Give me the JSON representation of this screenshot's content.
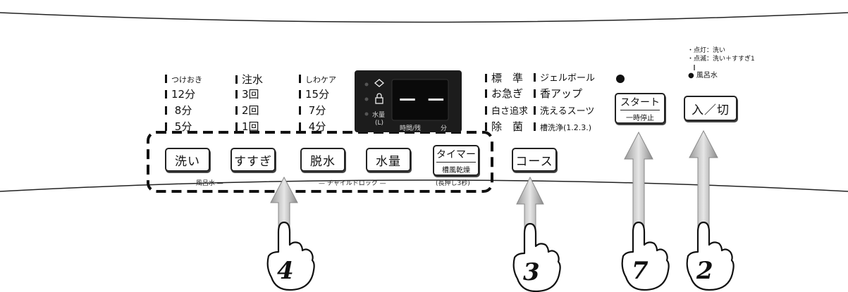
{
  "mode_column_1": [
    "つけおき",
    "12分",
    "8分",
    "5分"
  ],
  "mode_column_2": [
    "注水",
    "3回",
    "2回",
    "1回"
  ],
  "mode_column_3": [
    "しわケア",
    "15分",
    "7分",
    "4分"
  ],
  "course_column_1": [
    "標　準",
    "お急ぎ",
    "白さ追求",
    "除　菌"
  ],
  "course_column_2": [
    "ジェルボール",
    "香アップ",
    "洗えるスーツ",
    "槽洗浄(1.2.3.)"
  ],
  "display": {
    "water_label": "水量",
    "water_unit": "(L)",
    "time_label": "時間/残",
    "time_unit": "分",
    "digits": "— —"
  },
  "buttons": {
    "wash": "洗い",
    "rinse": "すすぎ",
    "spin": "脱水",
    "water": "水量",
    "timer_top": "タイマー",
    "timer_bottom": "槽風乾燥",
    "course": "コース",
    "start_top": "スタート",
    "start_bottom": "一時停止",
    "power": "入／切"
  },
  "sublabels": {
    "bath": "— 風呂水 —",
    "child_lock": "— チャイルドロック —",
    "long_press": "(長押し3秒)"
  },
  "power_notes": {
    "line1": "・点灯：洗い",
    "line2": "・点滅：洗い＋すすぎ1",
    "bath_led": "● 風呂水"
  },
  "steps": [
    "4",
    "3",
    "7",
    "2"
  ]
}
